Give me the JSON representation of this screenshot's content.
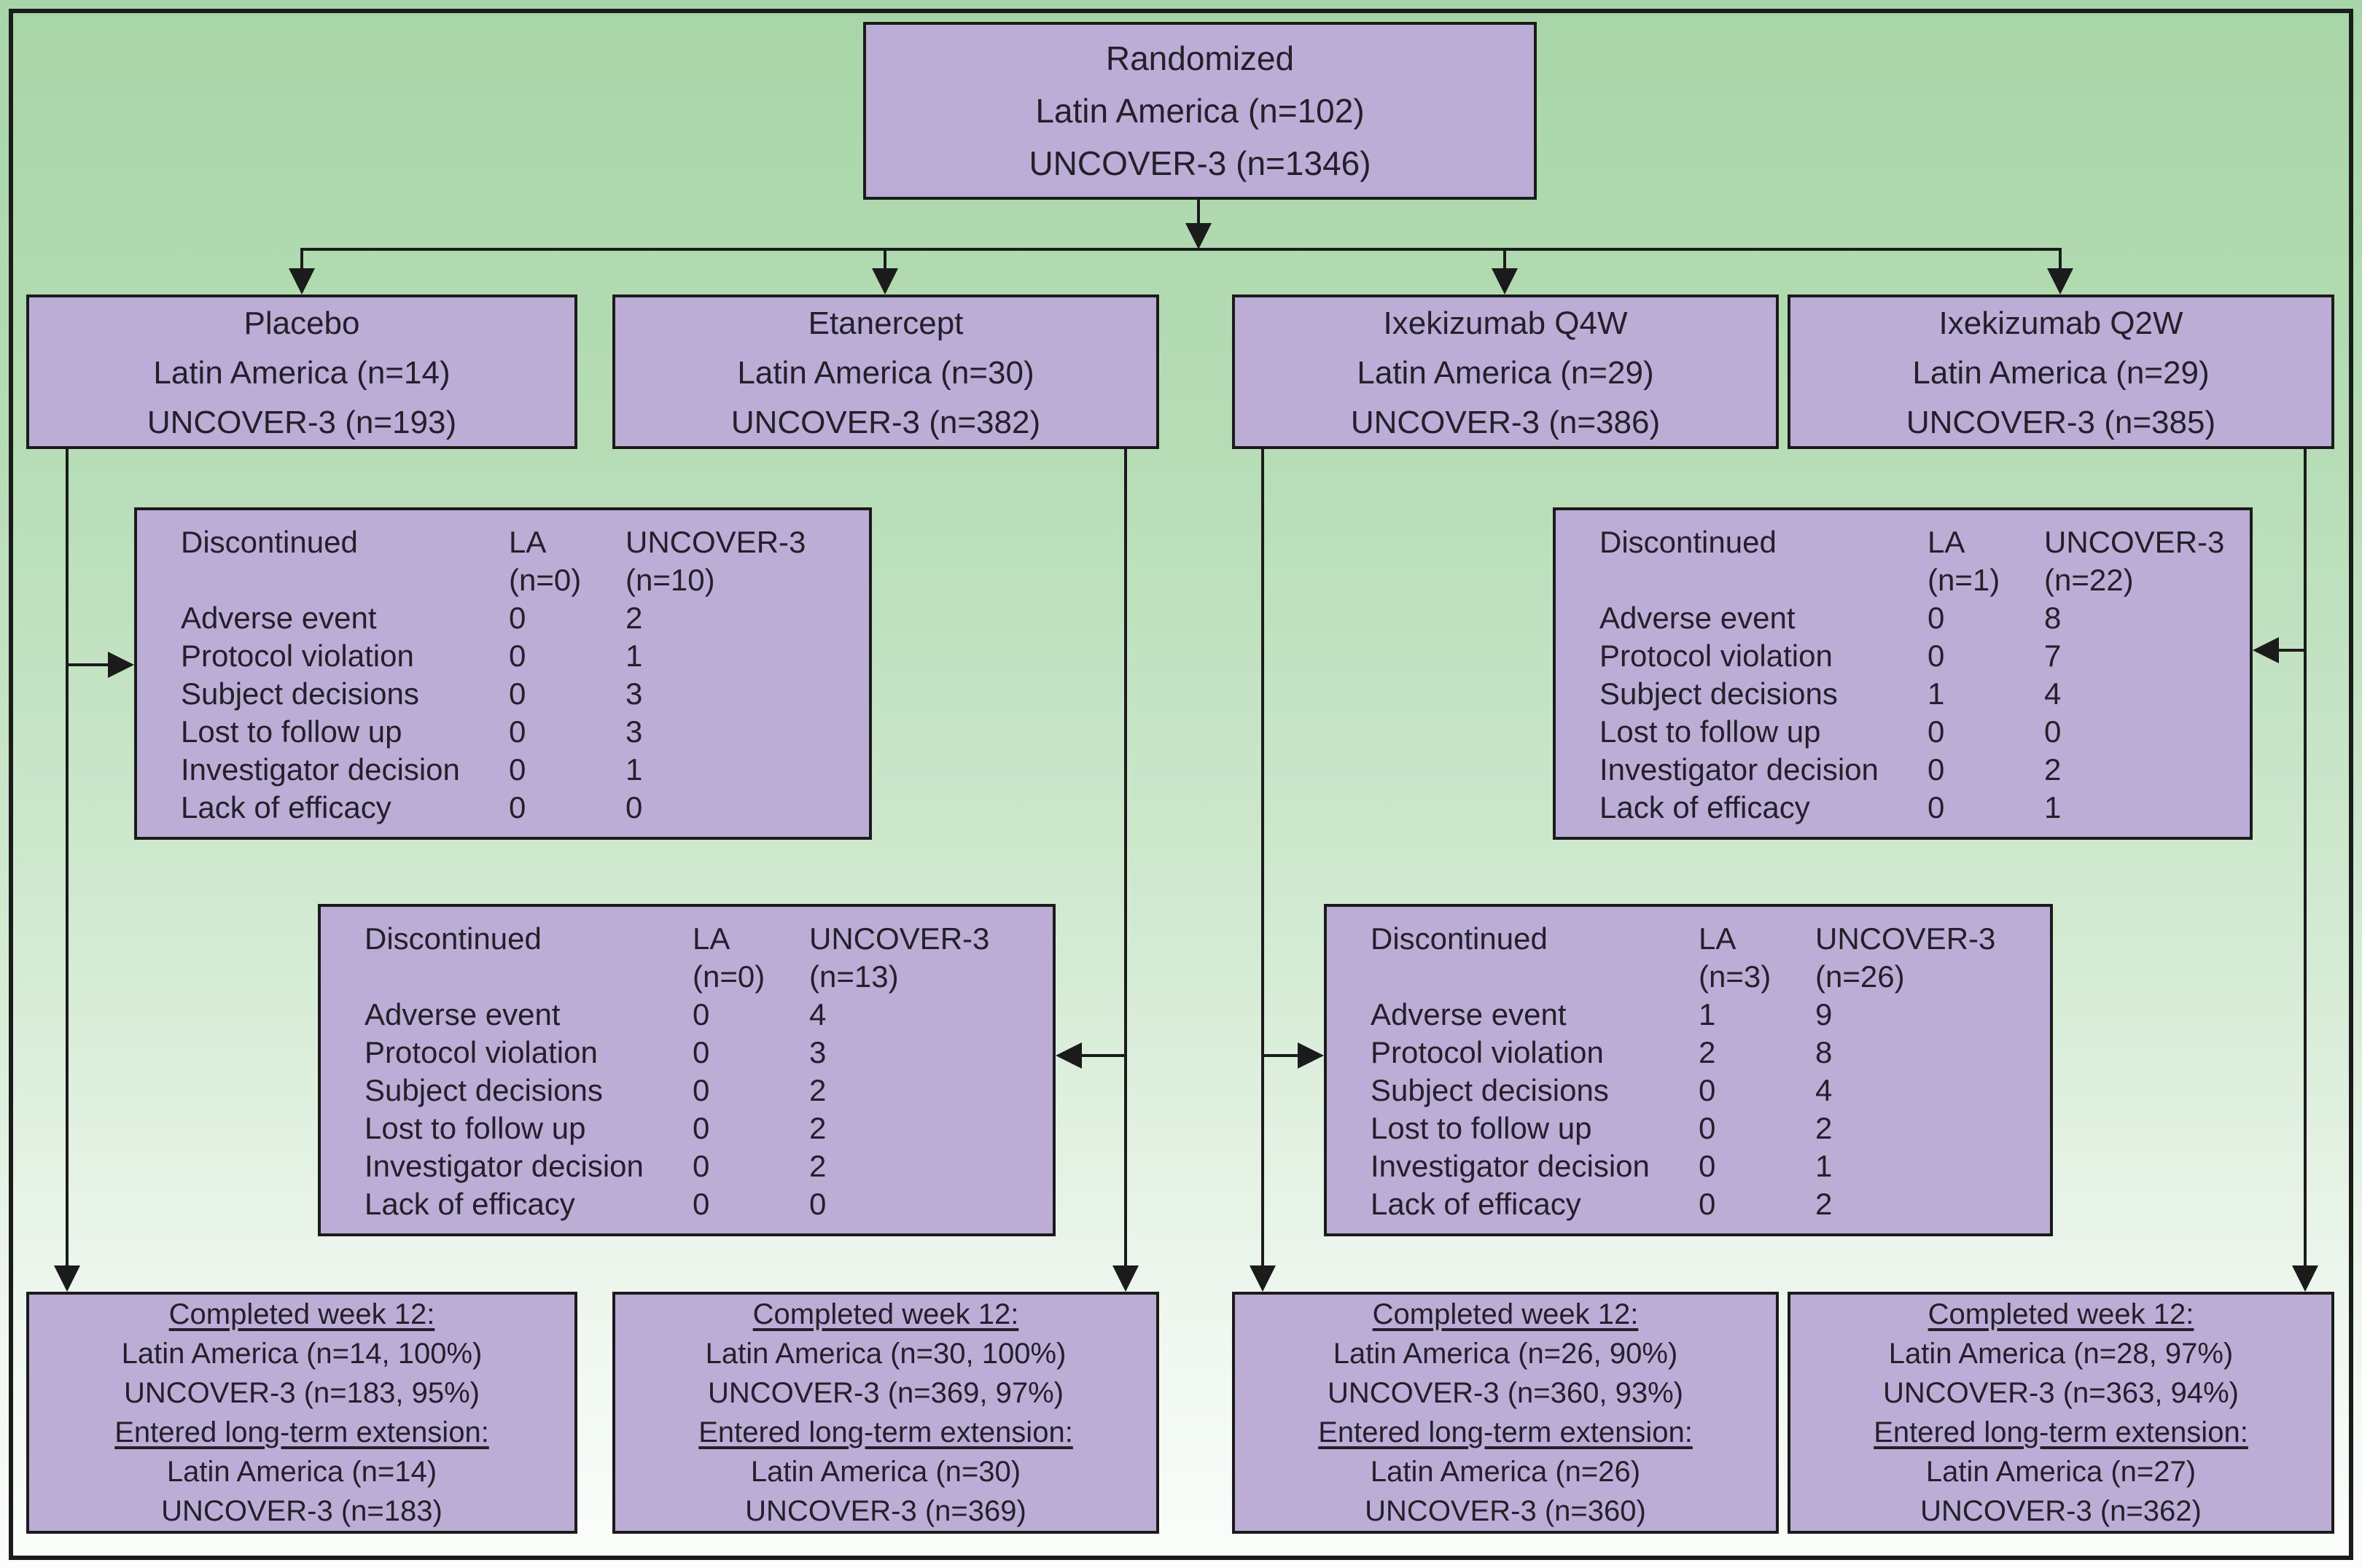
{
  "palette": {
    "box_fill": "#bcadd6",
    "box_border": "#1b1b1b",
    "background_top": "#a8d5a8",
    "background_bottom": "#fbfdfb",
    "text": "#231f2b"
  },
  "root_box": {
    "line1": "Randomized",
    "line2": "Latin America (n=102)",
    "line3": "UNCOVER-3 (n=1346)"
  },
  "arm_boxes": [
    {
      "line1": "Placebo",
      "line2": "Latin America (n=14)",
      "line3": "UNCOVER-3 (n=193)"
    },
    {
      "line1": "Etanercept",
      "line2": "Latin America (n=30)",
      "line3": "UNCOVER-3 (n=382)"
    },
    {
      "line1": "Ixekizumab Q4W",
      "line2": "Latin America (n=29)",
      "line3": "UNCOVER-3 (n=386)"
    },
    {
      "line1": "Ixekizumab Q2W",
      "line2": "Latin America (n=29)",
      "line3": "UNCOVER-3 (n=385)"
    }
  ],
  "discontinued_tables": [
    {
      "title": "Discontinued",
      "col_la": "LA",
      "col_uncover": "UNCOVER-3",
      "n_la": "(n=0)",
      "n_uncover": "(n=10)",
      "rows": [
        [
          "Adverse event",
          "0",
          "2"
        ],
        [
          "Protocol violation",
          "0",
          "1"
        ],
        [
          "Subject decisions",
          "0",
          "3"
        ],
        [
          "Lost to follow up",
          "0",
          "3"
        ],
        [
          "Investigator decision",
          "0",
          "1"
        ],
        [
          "Lack of efficacy",
          "0",
          "0"
        ]
      ]
    },
    {
      "title": "Discontinued",
      "col_la": "LA",
      "col_uncover": "UNCOVER-3",
      "n_la": "(n=0)",
      "n_uncover": "(n=13)",
      "rows": [
        [
          "Adverse event",
          "0",
          "4"
        ],
        [
          "Protocol violation",
          "0",
          "3"
        ],
        [
          "Subject decisions",
          "0",
          "2"
        ],
        [
          "Lost to follow up",
          "0",
          "2"
        ],
        [
          "Investigator decision",
          "0",
          "2"
        ],
        [
          "Lack of efficacy",
          "0",
          "0"
        ]
      ]
    },
    {
      "title": "Discontinued",
      "col_la": "LA",
      "col_uncover": "UNCOVER-3",
      "n_la": "(n=3)",
      "n_uncover": "(n=26)",
      "rows": [
        [
          "Adverse event",
          "1",
          "9"
        ],
        [
          "Protocol violation",
          "2",
          "8"
        ],
        [
          "Subject decisions",
          "0",
          "4"
        ],
        [
          "Lost to follow up",
          "0",
          "2"
        ],
        [
          "Investigator decision",
          "0",
          "1"
        ],
        [
          "Lack of efficacy",
          "0",
          "2"
        ]
      ]
    },
    {
      "title": "Discontinued",
      "col_la": "LA",
      "col_uncover": "UNCOVER-3",
      "n_la": "(n=1)",
      "n_uncover": "(n=22)",
      "rows": [
        [
          "Adverse event",
          "0",
          "8"
        ],
        [
          "Protocol violation",
          "0",
          "7"
        ],
        [
          "Subject decisions",
          "1",
          "4"
        ],
        [
          "Lost to follow up",
          "0",
          "0"
        ],
        [
          "Investigator decision",
          "0",
          "2"
        ],
        [
          "Lack of efficacy",
          "0",
          "1"
        ]
      ]
    }
  ],
  "completion_boxes": [
    {
      "heading_week12": "Completed week 12:",
      "la_week12": "Latin America (n=14, 100%)",
      "uncover_week12": "UNCOVER-3 (n=183, 95%)",
      "heading_extension": "Entered long-term extension:",
      "la_extension": "Latin America (n=14)",
      "uncover_extension": "UNCOVER-3 (n=183)"
    },
    {
      "heading_week12": "Completed week 12:",
      "la_week12": "Latin America (n=30, 100%)",
      "uncover_week12": "UNCOVER-3 (n=369, 97%)",
      "heading_extension": "Entered long-term extension:",
      "la_extension": "Latin America (n=30)",
      "uncover_extension": "UNCOVER-3 (n=369)"
    },
    {
      "heading_week12": "Completed week 12:",
      "la_week12": "Latin America (n=26, 90%)",
      "uncover_week12": "UNCOVER-3 (n=360, 93%)",
      "heading_extension": "Entered long-term extension:",
      "la_extension": "Latin America (n=26)",
      "uncover_extension": "UNCOVER-3 (n=360)"
    },
    {
      "heading_week12": "Completed week 12:",
      "la_week12": "Latin America (n=28, 97%)",
      "uncover_week12": "UNCOVER-3 (n=363, 94%)",
      "heading_extension": "Entered long-term extension:",
      "la_extension": "Latin America (n=27)",
      "uncover_extension": "UNCOVER-3 (n=362)"
    }
  ]
}
